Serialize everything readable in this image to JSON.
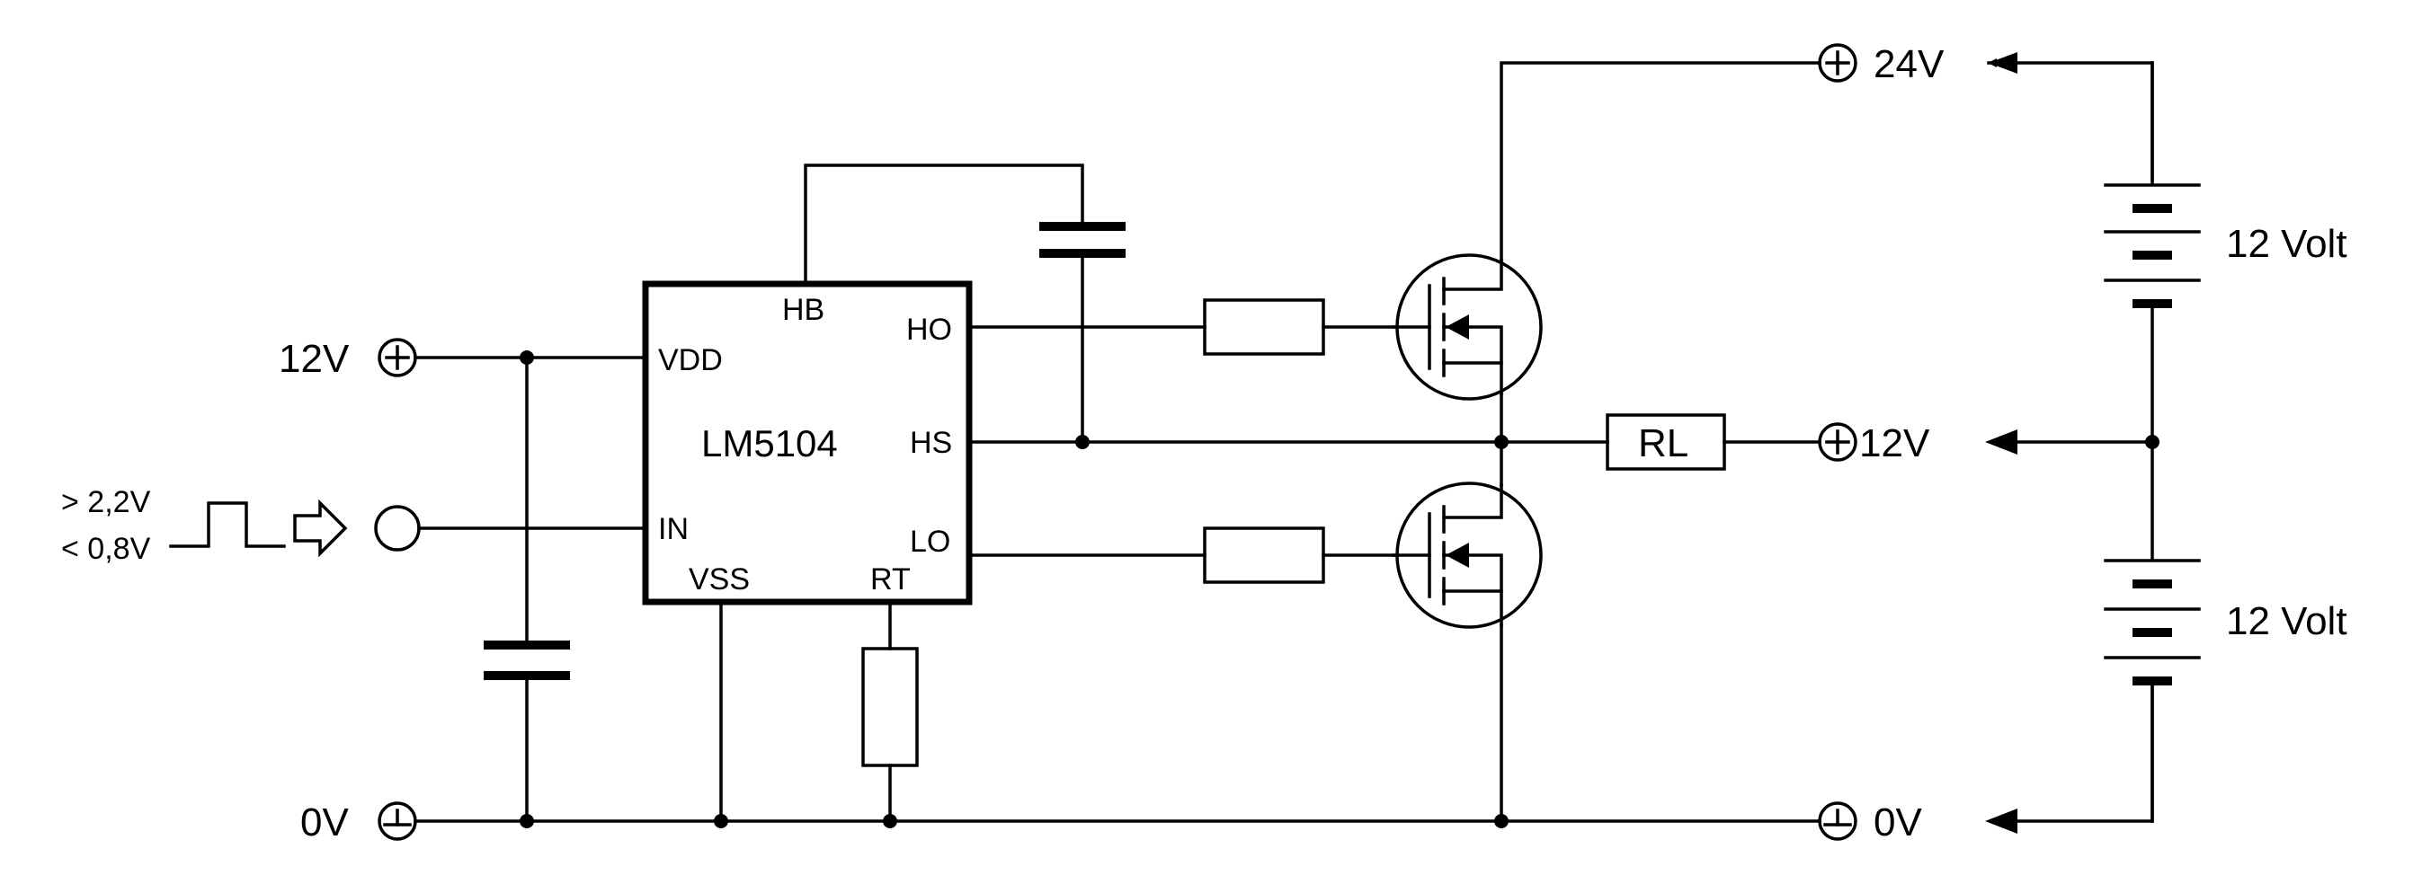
{
  "ic": {
    "name": "LM5104",
    "pins": {
      "hb": "HB",
      "ho": "HO",
      "vdd": "VDD",
      "hs": "HS",
      "in": "IN",
      "lo": "LO",
      "vss": "VSS",
      "rt": "RT"
    }
  },
  "labels": {
    "supply_12v_left": "12V",
    "ground_left": "0V",
    "input_high": "> 2,2V",
    "input_low": "< 0,8V",
    "load": "RL",
    "rail_24v": "24V",
    "rail_12v_mid": "12V",
    "ground_right": "0V",
    "battery_top": "12 Volt",
    "battery_bottom": "12 Volt"
  }
}
